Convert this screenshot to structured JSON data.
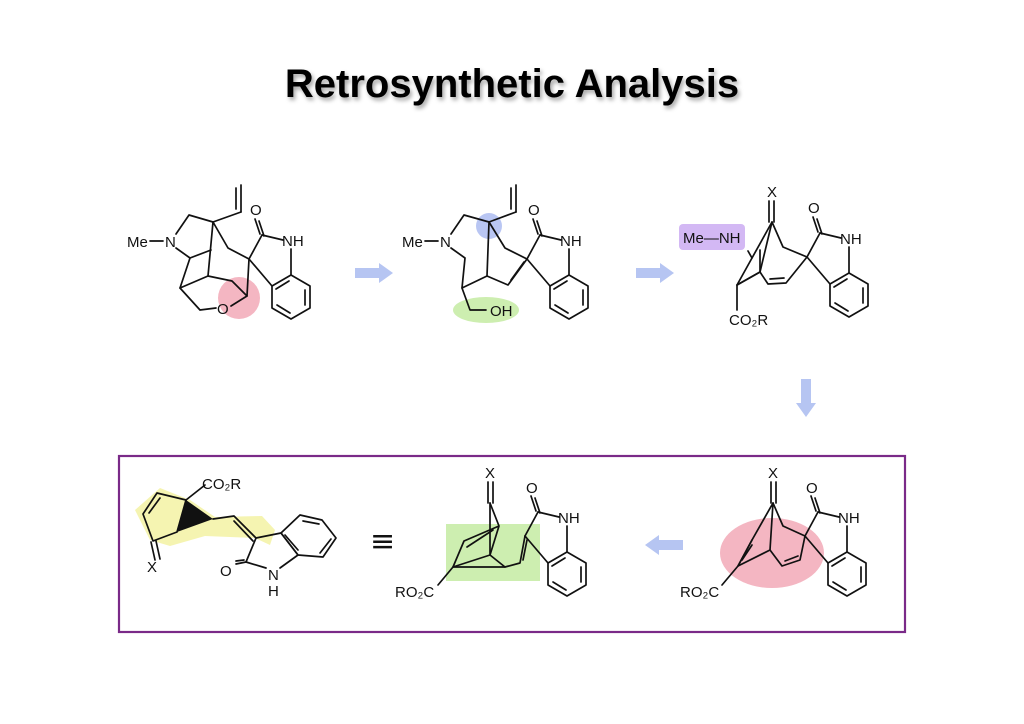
{
  "title": "Retrosynthetic Analysis",
  "colors": {
    "arrow": "#b6c5f2",
    "frame": "#7a2a88",
    "highlight_red": "#f4b6c2",
    "highlight_green": "#cdeeb0",
    "highlight_blue": "#b9c6f3",
    "highlight_purple": "#d3b8f4",
    "highlight_yellow": "#f4f3a8"
  },
  "labels": {
    "me": "Me",
    "n": "N",
    "nh": "NH",
    "o": "O",
    "oh": "OH",
    "x": "X",
    "h": "H",
    "co2r": "CO₂R",
    "ro2c": "RO₂C",
    "me_nh": "Me—NH",
    "equiv": "≡"
  }
}
